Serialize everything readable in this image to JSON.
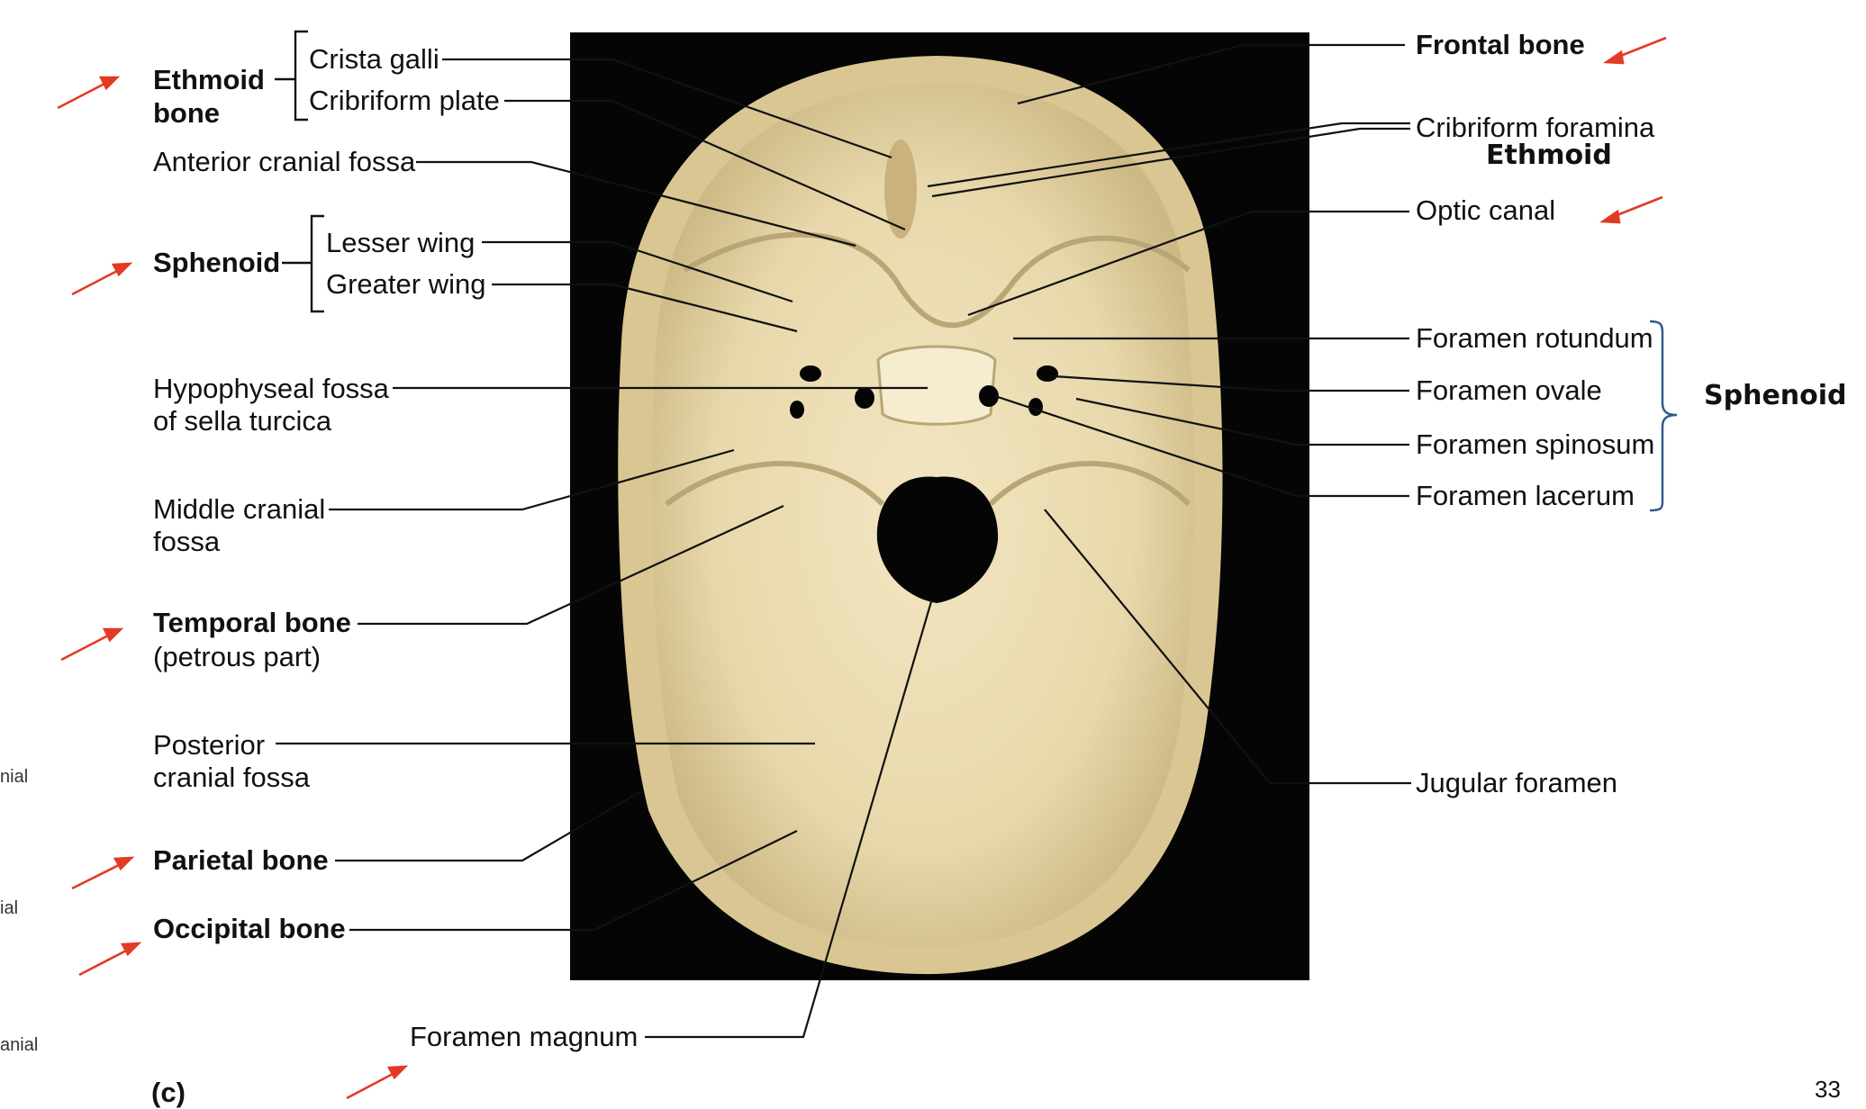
{
  "labels": {
    "ethmoid_bone": "Ethmoid\nbone",
    "crista_galli": "Crista galli",
    "cribriform_plate": "Cribriform plate",
    "anterior_cranial_fossa": "Anterior cranial fossa",
    "sphenoid": "Sphenoid",
    "lesser_wing": "Lesser wing",
    "greater_wing": "Greater wing",
    "hypophyseal_fossa": "Hypophyseal fossa\nof sella turcica",
    "middle_cranial_fossa": "Middle cranial\nfossa",
    "temporal_bone": "Temporal bone",
    "petrous_part": "(petrous part)",
    "posterior_cranial_fossa": "Posterior\ncranial fossa",
    "parietal_bone": "Parietal bone",
    "occipital_bone": "Occipital bone",
    "foramen_magnum": "Foramen magnum",
    "frontal_bone": "Frontal bone",
    "cribriform_foramina": "Cribriform foramina",
    "optic_canal": "Optic canal",
    "foramen_rotundum": "Foramen rotundum",
    "foramen_ovale": "Foramen ovale",
    "foramen_spinosum": "Foramen spinosum",
    "foramen_lacerum": "Foramen lacerum",
    "jugular_foramen": "Jugular foramen"
  },
  "notes": {
    "ethmoid": "Ethmoid",
    "sphenoid_group": "Sphenoid"
  },
  "panel_letter": "(c)",
  "page_number": "33",
  "left_fragments": [
    "nial",
    "ial",
    "anial"
  ],
  "colors": {
    "arrow": "#e23a24",
    "bracket": "#2f5c8a",
    "bone": "#ebdcb0",
    "background": "#050505"
  }
}
